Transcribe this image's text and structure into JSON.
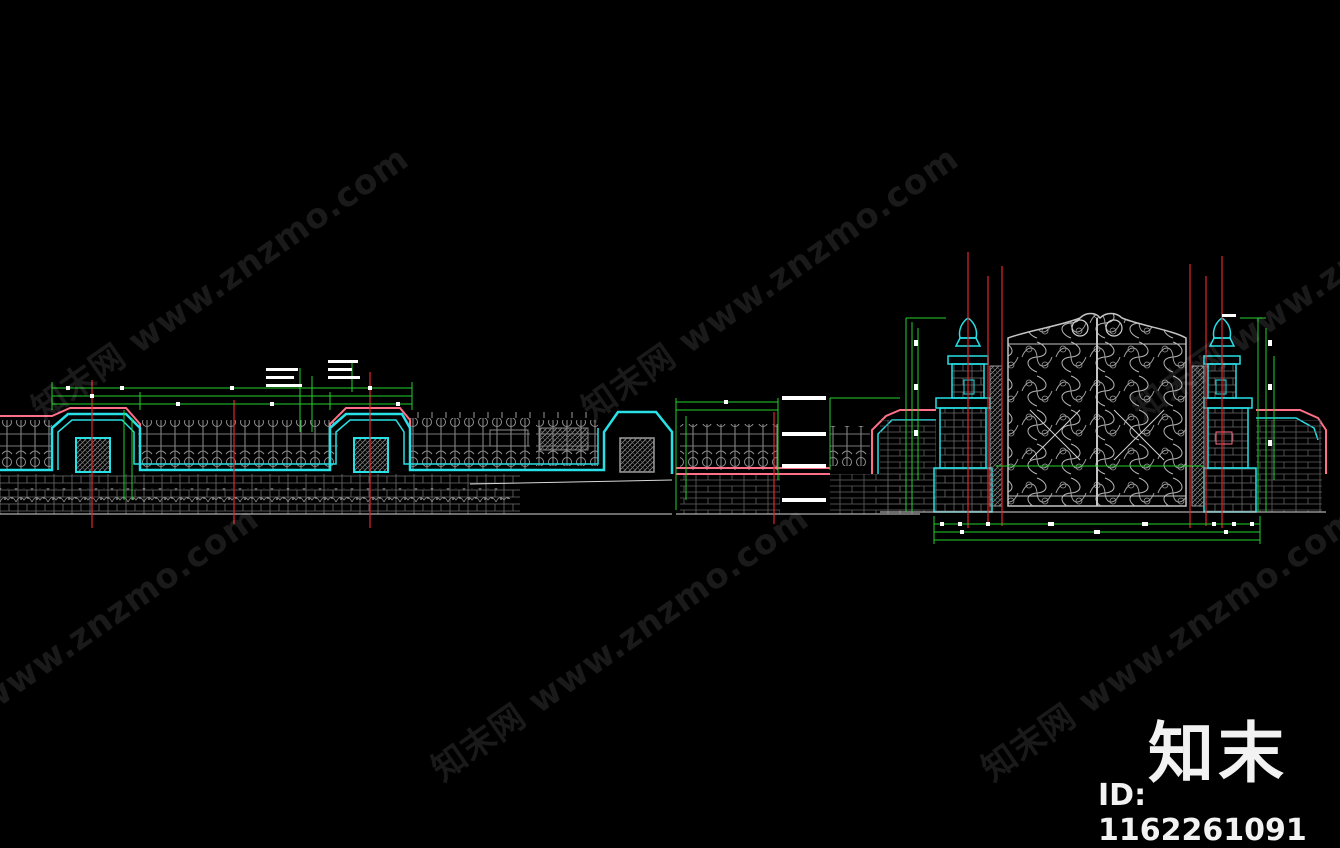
{
  "watermark": {
    "text": "知末网 www.znzmo.com"
  },
  "brand": {
    "logo": "知末",
    "id_label": "ID: 1162261091"
  },
  "colors": {
    "background": "#000000",
    "wall_outline": "#27e1e6",
    "coping_pink": "#ff6f87",
    "dimension": "#22d12b",
    "axis": "#e2262b",
    "fence": "#9a9a9a",
    "gate": "#bfbfbf",
    "ground": "#d8d8d8"
  }
}
